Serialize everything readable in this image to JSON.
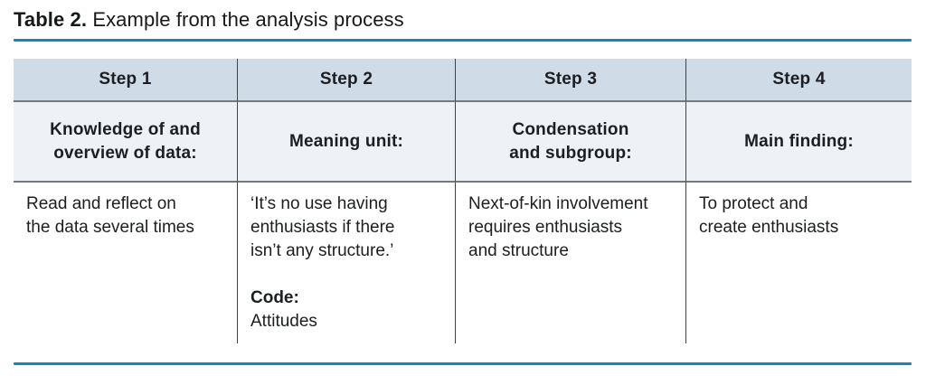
{
  "caption": {
    "label": "Table 2.",
    "text": "Example from the analysis process"
  },
  "colors": {
    "accent_rule": "#1b80c4",
    "step_row_bg": "#cfdbe6",
    "header_row_bg": "#eef1f5",
    "row_separator": "#75787c",
    "column_divider": "#3f4347",
    "text": "#1c1e21"
  },
  "table": {
    "columns": [
      {
        "step": "Step 1",
        "header": "Knowledge of and\noverview of data:",
        "body": "Read and reflect on\nthe data several times"
      },
      {
        "step": "Step 2",
        "header": "Meaning unit:",
        "body": "‘It’s no use having\nenthusiasts if there\nisn’t any structure.’",
        "code_label": "Code:",
        "code_value": "Attitudes"
      },
      {
        "step": "Step 3",
        "header": "Condensation\nand subgroup:",
        "body": "Next-of-kin involvement\nrequires enthusiasts\nand structure"
      },
      {
        "step": "Step 4",
        "header": "Main finding:",
        "body": "To protect and\ncreate enthusiasts"
      }
    ]
  }
}
